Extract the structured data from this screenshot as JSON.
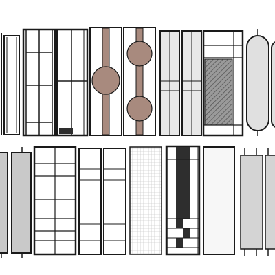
{
  "colors": {
    "background": "#ffffff",
    "frame": "#1a1a1a",
    "panel_light": "#f4f4f4",
    "panel_white": "#ffffff",
    "panel_grey": "#c9c9c9",
    "panel_mid": "#b5b5b5",
    "accent_brown": "#a88a7e",
    "accent_dark": "#2e2e2e",
    "mesh": "#bdbdbd"
  },
  "rows": [
    {
      "name": "top-row",
      "panels": [
        {
          "name": "screen-panel-thin-frame",
          "icon": "thin-double-frame-panel"
        },
        {
          "name": "screen-panel-grid-two-column",
          "icon": "grid-panel"
        },
        {
          "name": "screen-panel-base-block",
          "icon": "panel-with-base-block"
        },
        {
          "name": "screen-panel-circle-inset-a",
          "icon": "brown-circle-motif-panel"
        },
        {
          "name": "screen-panel-circle-inset-b",
          "icon": "brown-double-circle-panel"
        },
        {
          "name": "screen-panel-grey-pair",
          "icon": "grey-split-panel-pair"
        },
        {
          "name": "screen-panel-hatched",
          "icon": "hatched-glass-panel"
        },
        {
          "name": "screen-panel-rounded-pill",
          "icon": "rounded-pill-panel"
        }
      ]
    },
    {
      "name": "bottom-row",
      "panels": [
        {
          "name": "screen-panel-grey-tall-pair",
          "icon": "grey-tall-pair-panel"
        },
        {
          "name": "screen-panel-shoji-grid",
          "icon": "shoji-grid-panel"
        },
        {
          "name": "screen-panel-double-door",
          "icon": "double-door-panel"
        },
        {
          "name": "screen-panel-mesh",
          "icon": "mesh-grid-panel"
        },
        {
          "name": "screen-panel-dark-checker",
          "icon": "dark-checker-panel"
        },
        {
          "name": "screen-panel-plain-white",
          "icon": "plain-white-panel"
        },
        {
          "name": "screen-panel-hanging-grey",
          "icon": "hanging-grey-panel"
        }
      ]
    }
  ]
}
